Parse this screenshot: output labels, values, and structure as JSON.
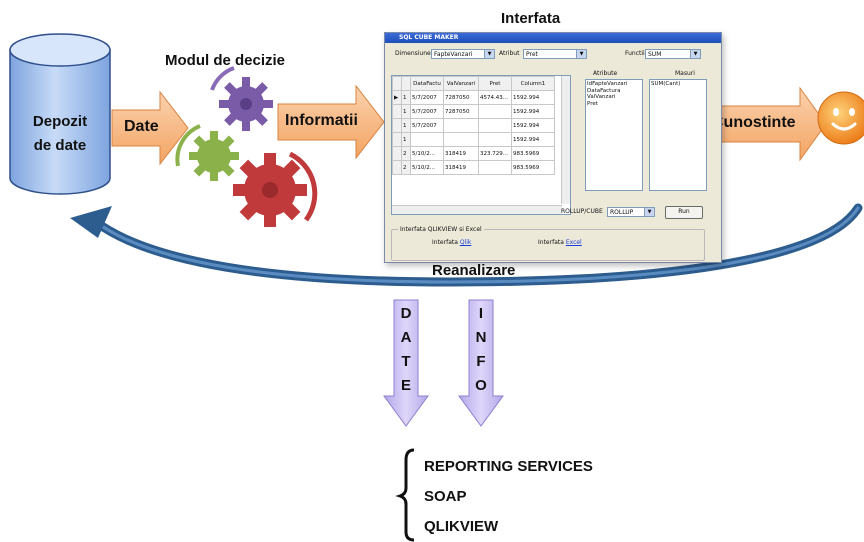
{
  "database": {
    "line1": "Depozit",
    "line2": "de date"
  },
  "arrows": {
    "date": "Date",
    "informatii": "Informatii",
    "cunostinte": "Cunostinte",
    "reanalizare": "Reanalizare"
  },
  "decision_module": {
    "title": "Modul de decizie"
  },
  "interface": {
    "title": "Interfata",
    "window_title": "SQL CUBE MAKER",
    "dimension_label": "Dimensiune",
    "dimension_value": "FapteVanzari",
    "attribute_label": "Atribut",
    "attribute_value": "Pret",
    "function_label": "Functii",
    "function_value": "SUM",
    "grid": {
      "headers": [
        "DataFactu",
        "ValVanzari",
        "Pret",
        "Column1"
      ],
      "rows": [
        [
          "1",
          "5/7/2007",
          "7287050",
          "4574.43...",
          "1592.994"
        ],
        [
          "1",
          "5/7/2007",
          "7287050",
          "",
          "1592.994"
        ],
        [
          "1",
          "5/7/2007",
          "",
          "",
          "1592.994"
        ],
        [
          "1",
          "",
          "",
          "",
          "1592.994"
        ],
        [
          "2",
          "5/10/2...",
          "318419",
          "323.729...",
          "983.5969"
        ],
        [
          "2",
          "5/10/2...",
          "318419",
          "",
          "983.5969"
        ]
      ]
    },
    "attributes_header": "Atribute",
    "attributes": [
      "IdFapteVanzari",
      "DataFactura",
      "ValVanzari",
      "Pret"
    ],
    "measures_header": "Masuri",
    "measures": [
      "SUM(Cant)"
    ],
    "rollup_label": "ROLLUP/CUBE",
    "rollup_value": "ROLLUP",
    "run_label": "Run",
    "group_title": "Interfata QLIKVIEW si Excel",
    "qlik_prefix": "Interfata",
    "qlik_link": "Qlik",
    "excel_prefix": "Interfata",
    "excel_link": "Excel"
  },
  "down_arrows": {
    "date_letters": [
      "D",
      "A",
      "T",
      "E"
    ],
    "info_letters": [
      "I",
      "N",
      "F",
      "O"
    ]
  },
  "outputs": [
    "REPORTING SERVICES",
    "SOAP",
    "QLIKVIEW"
  ],
  "colors": {
    "cylinder": "#a9c4ee",
    "orange": "#f6b47a",
    "down_arrow": "#c9bdf0",
    "curve": "#2d5d8f",
    "gear_purple": "#7a5ba8",
    "gear_green": "#8bb24a",
    "gear_red": "#c0393b",
    "smiley": "#f29a2e"
  }
}
